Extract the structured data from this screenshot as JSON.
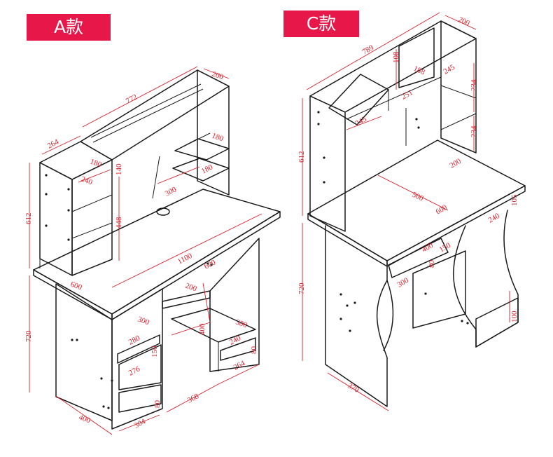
{
  "badges": {
    "a": "A款",
    "c": "C款"
  },
  "colors": {
    "badge": "#e8174a",
    "dimension": "#d8202a",
    "line": "#1a1a1a"
  },
  "model_a": {
    "labels": {
      "top_depth": "200",
      "hutch_width": "772",
      "left_box_depth": "264",
      "left_box_inner": "180",
      "left_box_shelf": "240",
      "left_box_gap": "140",
      "shelf_right_top": "180",
      "shelf_right_low": "180",
      "shelf_mid": "300",
      "hutch_height": "612",
      "hutch_inner": "448",
      "desk_width": "1100",
      "desk_depth": "600",
      "keyboard": "600",
      "drawer_w": "300",
      "drawer1": "280",
      "drawer1_h": "150",
      "drawer2": "276",
      "drawer3_h": "80",
      "mid_shelf": "200",
      "mid_h": "400",
      "right_shelf": "300",
      "right_inner": "240",
      "right_h": "80",
      "right_depth": "264",
      "gap_width": "368",
      "cabinet_w": "304",
      "base_depth": "400",
      "desk_height": "720"
    }
  },
  "model_c": {
    "labels": {
      "top_depth": "200",
      "hutch_width": "789",
      "shelf_108": "108",
      "shelf_188": "188",
      "shelf_245a": "245",
      "shelf_251": "251",
      "shelf_245b": "245",
      "side_234a": "234",
      "side_234b": "234",
      "hutch_height": "612",
      "inner_200": "200",
      "opening_500": "500",
      "desk_depth": "600",
      "right_240": "240",
      "right_105": "105",
      "tray_400": "400",
      "tray_150": "150",
      "tray_80": "80",
      "bottom_300": "300",
      "cab_100": "100",
      "desk_height": "720",
      "base_370": "370"
    }
  }
}
